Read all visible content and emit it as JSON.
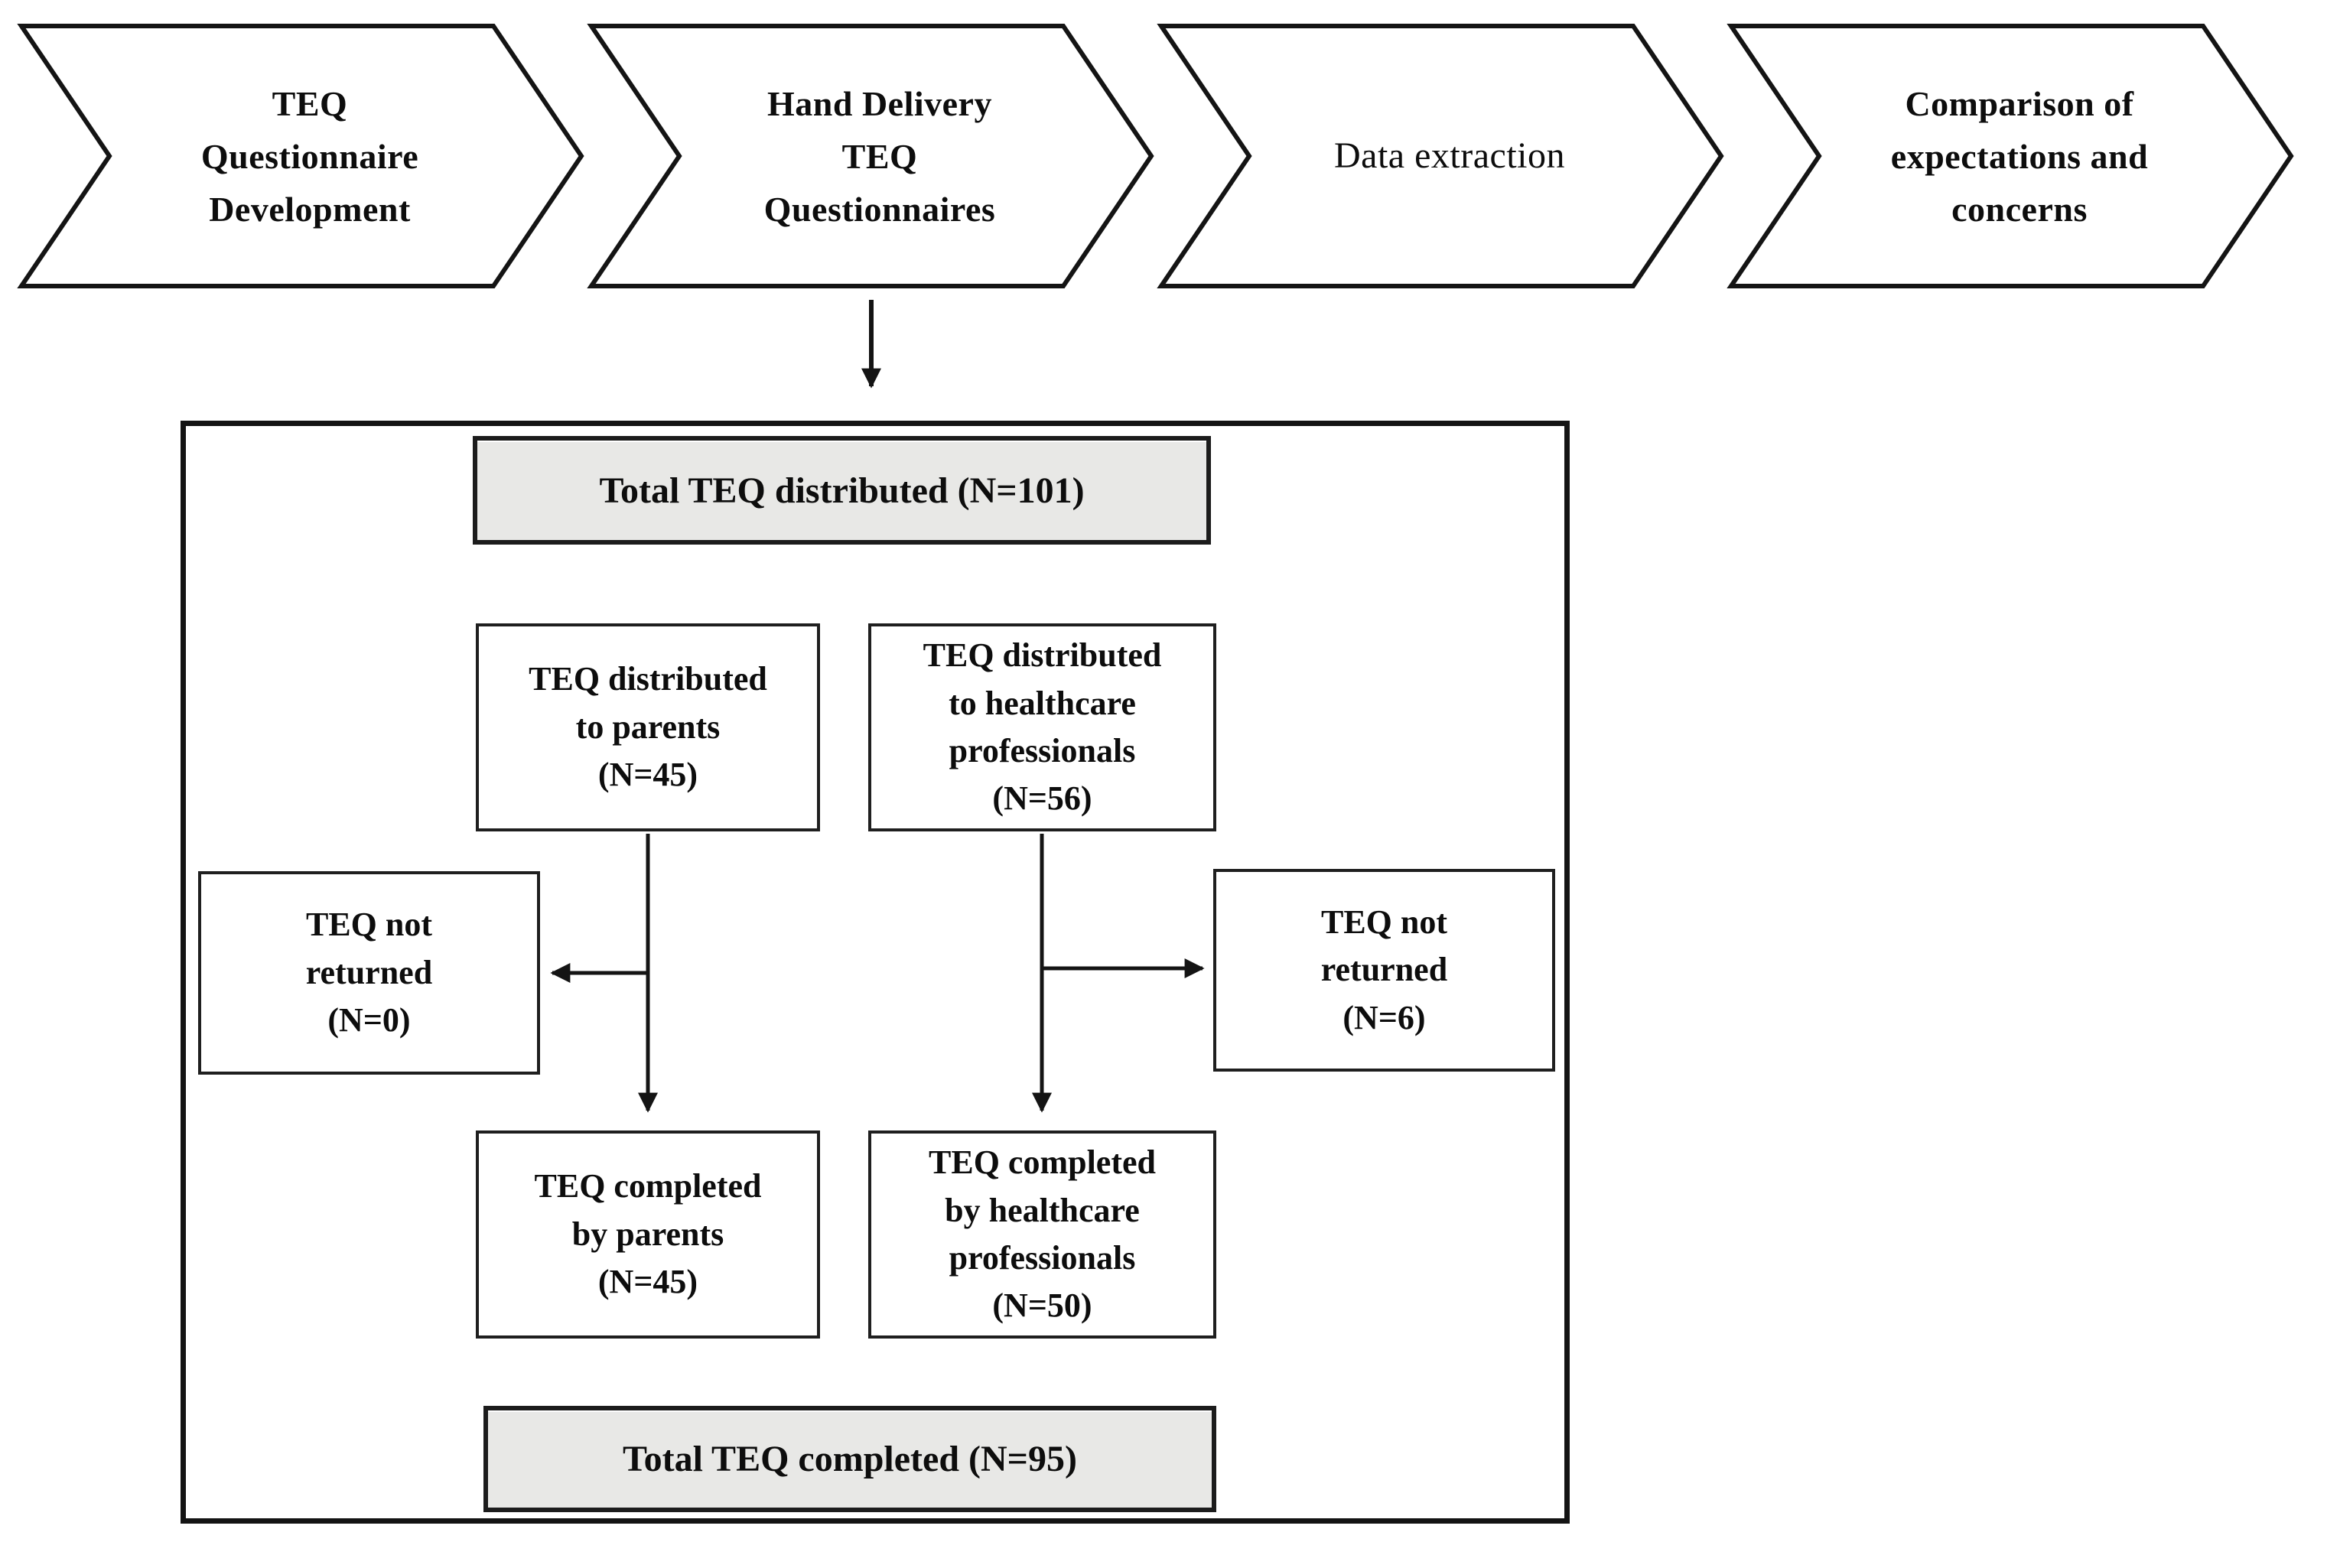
{
  "diagram": {
    "title_hint": "TEQ questionnaire distribution flowchart",
    "phases": [
      {
        "id": "teq-development",
        "label": "TEQ\nQuestionnaire\nDevelopment"
      },
      {
        "id": "hand-delivery",
        "label": "Hand Delivery\nTEQ\nQuestionnaires"
      },
      {
        "id": "data-extraction",
        "label": "Data extraction"
      },
      {
        "id": "comparison",
        "label": "Comparison of\nexpectations and\nconcerns"
      }
    ],
    "flow": {
      "total_distributed": "Total TEQ distributed (N=101)",
      "distributed_parents": "TEQ distributed\nto parents\n(N=45)",
      "distributed_healthcare": "TEQ distributed\nto healthcare\nprofessionals\n(N=56)",
      "not_returned_parents": "TEQ not\nreturned\n(N=0)",
      "not_returned_healthcare": "TEQ not\nreturned\n(N=6)",
      "completed_parents": "TEQ completed\nby parents\n(N=45)",
      "completed_healthcare": "TEQ completed\nby healthcare\nprofessionals\n(N=50)",
      "total_completed": "Total TEQ completed (N=95)"
    },
    "counts": {
      "total_distributed": 101,
      "distributed_parents": 45,
      "distributed_healthcare": 56,
      "not_returned_parents": 0,
      "not_returned_healthcare": 6,
      "completed_parents": 45,
      "completed_healthcare": 50,
      "total_completed": 95
    },
    "colors": {
      "line": "#141414",
      "gray_fill": "#e8e8e6",
      "white_fill": "#ffffff"
    }
  }
}
